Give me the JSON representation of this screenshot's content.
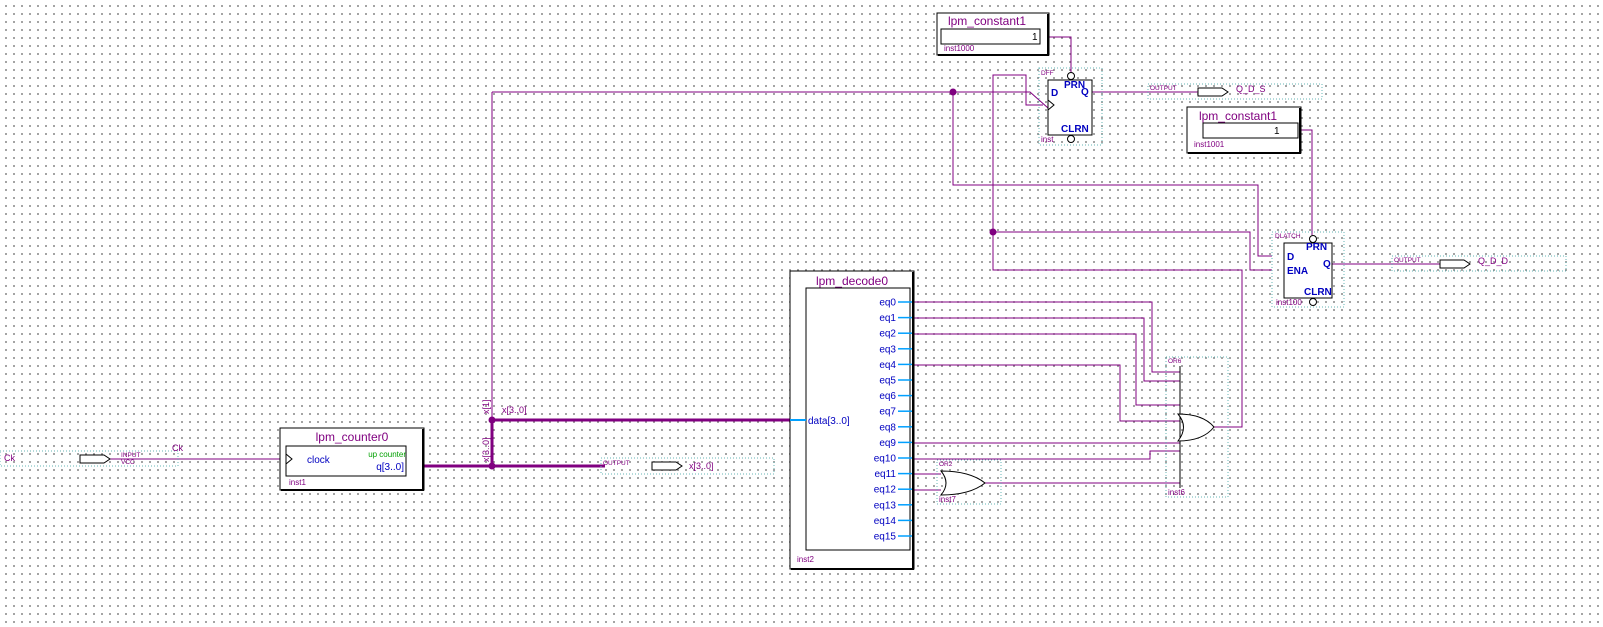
{
  "input_pin": {
    "kind": "INPUT",
    "default": "VCC",
    "name": "Ck",
    "net": "Ck"
  },
  "counter": {
    "title": "lpm_counter0",
    "clock": "clock",
    "mode": "up counter",
    "q": "q[3..0]",
    "inst": "inst1"
  },
  "bus_labels": {
    "x1": "x[1]",
    "x30_right": "x[3..0]",
    "x30_vert": "x[3..0]"
  },
  "output_x": {
    "kind": "OUTPUT",
    "name": "x[3..0]"
  },
  "decoder": {
    "title": "lpm_decode0",
    "data": "data[3..0]",
    "inst": "inst2",
    "outputs": [
      "eq0",
      "eq1",
      "eq2",
      "eq3",
      "eq4",
      "eq5",
      "eq6",
      "eq7",
      "eq8",
      "eq9",
      "eq10",
      "eq11",
      "eq12",
      "eq13",
      "eq14",
      "eq15"
    ]
  },
  "or2": {
    "title": "OR2",
    "inst": "inst7"
  },
  "or6": {
    "title": "OR6",
    "inst": "inst6"
  },
  "const1": {
    "title": "lpm_constant1",
    "value": "1",
    "inst": "inst1000"
  },
  "const2": {
    "title": "lpm_constant1",
    "value": "1",
    "inst": "inst1001"
  },
  "dff": {
    "title": "DFF",
    "d": "D",
    "q": "Q",
    "prn": "PRN",
    "clrn": "CLRN",
    "inst": "inst"
  },
  "dlatch": {
    "title": "DLATCH",
    "d": "D",
    "ena": "ENA",
    "q": "Q",
    "prn": "PRN",
    "clrn": "CLRN",
    "inst": "inst100"
  },
  "out_qds": {
    "kind": "OUTPUT",
    "name": "Q_D_S"
  },
  "out_qdd": {
    "kind": "OUTPUT",
    "name": "Q_D_D"
  },
  "colors": {
    "wire": "#800080",
    "pin_text": "#0000c0",
    "port": "#00a0ff",
    "outline": "#000000",
    "dotted": "#64b4b4"
  }
}
